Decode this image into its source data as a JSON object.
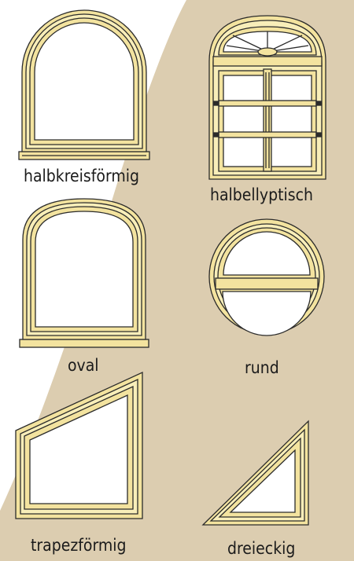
{
  "colors": {
    "background_beige": "#dccdb0",
    "frame_fill": "#f3e39f",
    "frame_fill_light": "#f8eeb9",
    "frame_stroke": "#2b2b2b",
    "glass": "#ffffff"
  },
  "windows": [
    {
      "id": "halbkreis",
      "label": "halbkreisförmig"
    },
    {
      "id": "halbelly",
      "label": "halbellyptisch"
    },
    {
      "id": "oval",
      "label": "oval"
    },
    {
      "id": "rund",
      "label": "rund"
    },
    {
      "id": "trapez",
      "label": "trapezförmig"
    },
    {
      "id": "dreieck",
      "label": "dreieckig"
    }
  ]
}
